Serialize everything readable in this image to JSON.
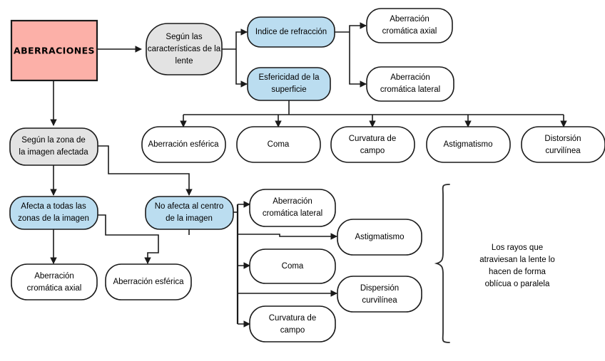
{
  "diagram": {
    "title": "ABERRACIONES",
    "language": "es",
    "colors": {
      "root_fill": "#FCB0A8",
      "category_fill": "#E3E3E3",
      "criterion_fill": "#BBDDF0",
      "leaf_fill": "#FFFFFF",
      "stroke": "#1a1a1a",
      "text": "#000000"
    },
    "nodes": {
      "root": {
        "label": "ABERRACIONES",
        "shape": "rectangle",
        "fill": "root_fill"
      },
      "criterio_lente": {
        "label": "Según las características de la lente",
        "line1": "Según las",
        "line2": "características de la",
        "line3": "lente",
        "shape": "rounded",
        "fill": "category_fill"
      },
      "indice_refraccion": {
        "label": "Indice de refracción",
        "line1": "Indice de refracción",
        "shape": "rounded",
        "fill": "criterion_fill"
      },
      "esfericidad": {
        "label": "Esfericidad de la superficie",
        "line1": "Esfericidad de la",
        "line2": "superficie",
        "shape": "rounded",
        "fill": "criterion_fill"
      },
      "crom_axial_top": {
        "label": "Aberración cromática axial",
        "line1": "Aberración",
        "line2": "cromática axial",
        "shape": "rounded",
        "fill": "leaf_fill"
      },
      "crom_lateral_top": {
        "label": "Aberración cromática lateral",
        "line1": "Aberración",
        "line2": "cromática lateral",
        "shape": "rounded",
        "fill": "leaf_fill"
      },
      "ab_esferica_row": {
        "label": "Aberración esférica",
        "line1": "Aberración esférica",
        "shape": "rounded",
        "fill": "leaf_fill"
      },
      "coma_row": {
        "label": "Coma",
        "line1": "Coma",
        "shape": "rounded",
        "fill": "leaf_fill"
      },
      "curvatura_row": {
        "label": "Curvatura de campo",
        "line1": "Curvatura de",
        "line2": "campo",
        "shape": "rounded",
        "fill": "leaf_fill"
      },
      "astigmatismo_row": {
        "label": "Astigmatismo",
        "line1": "Astigmatismo",
        "shape": "rounded",
        "fill": "leaf_fill"
      },
      "distorsion_row": {
        "label": "Distorsión curvilínea",
        "line1": "Distorsión",
        "line2": "curvilínea",
        "shape": "rounded",
        "fill": "leaf_fill"
      },
      "criterio_zona": {
        "label": "Según la zona de la imagen afectada",
        "line1": "Según la zona de",
        "line2": "la imagen afectada",
        "shape": "rounded",
        "fill": "category_fill"
      },
      "afecta_todas": {
        "label": "Afecta a todas las zonas de la imagen",
        "line1": "Afecta a todas las",
        "line2": "zonas de la imagen",
        "shape": "rounded",
        "fill": "criterion_fill"
      },
      "no_afecta_centro": {
        "label": "No afecta al centro de la imagen",
        "line1": "No afecta al centro",
        "line2": "de la imagen",
        "shape": "rounded",
        "fill": "criterion_fill"
      },
      "crom_axial_bottom": {
        "label": "Aberración cromática axial",
        "line1": "Aberración",
        "line2": "cromática axial",
        "shape": "rounded",
        "fill": "leaf_fill"
      },
      "ab_esferica_bottom": {
        "label": "Aberración esférica",
        "line1": "Aberración esférica",
        "shape": "rounded",
        "fill": "leaf_fill"
      },
      "crom_lateral_bottom": {
        "label": "Aberración cromática lateral",
        "line1": "Aberración",
        "line2": "cromática lateral",
        "shape": "rounded",
        "fill": "leaf_fill"
      },
      "coma_bottom": {
        "label": "Coma",
        "line1": "Coma",
        "shape": "rounded",
        "fill": "leaf_fill"
      },
      "curvatura_bottom": {
        "label": "Curvatura de campo",
        "line1": "Curvatura de",
        "line2": "campo",
        "shape": "rounded",
        "fill": "leaf_fill"
      },
      "astigmatismo_bottom": {
        "label": "Astigmatismo",
        "line1": "Astigmatismo",
        "shape": "rounded",
        "fill": "leaf_fill"
      },
      "dispersion_bottom": {
        "label": "Dispersión curvilínea",
        "line1": "Dispersión",
        "line2": "curvilínea",
        "shape": "rounded",
        "fill": "leaf_fill"
      }
    },
    "annotation": {
      "line1": "Los rayos que",
      "line2": "atraviesan la lente lo",
      "line3": "hacen de forma",
      "line4": "oblícua o paralela",
      "full_text": "Los rayos que atraviesan la lente lo hacen de forma oblícua o paralela",
      "has_brace": true
    }
  }
}
